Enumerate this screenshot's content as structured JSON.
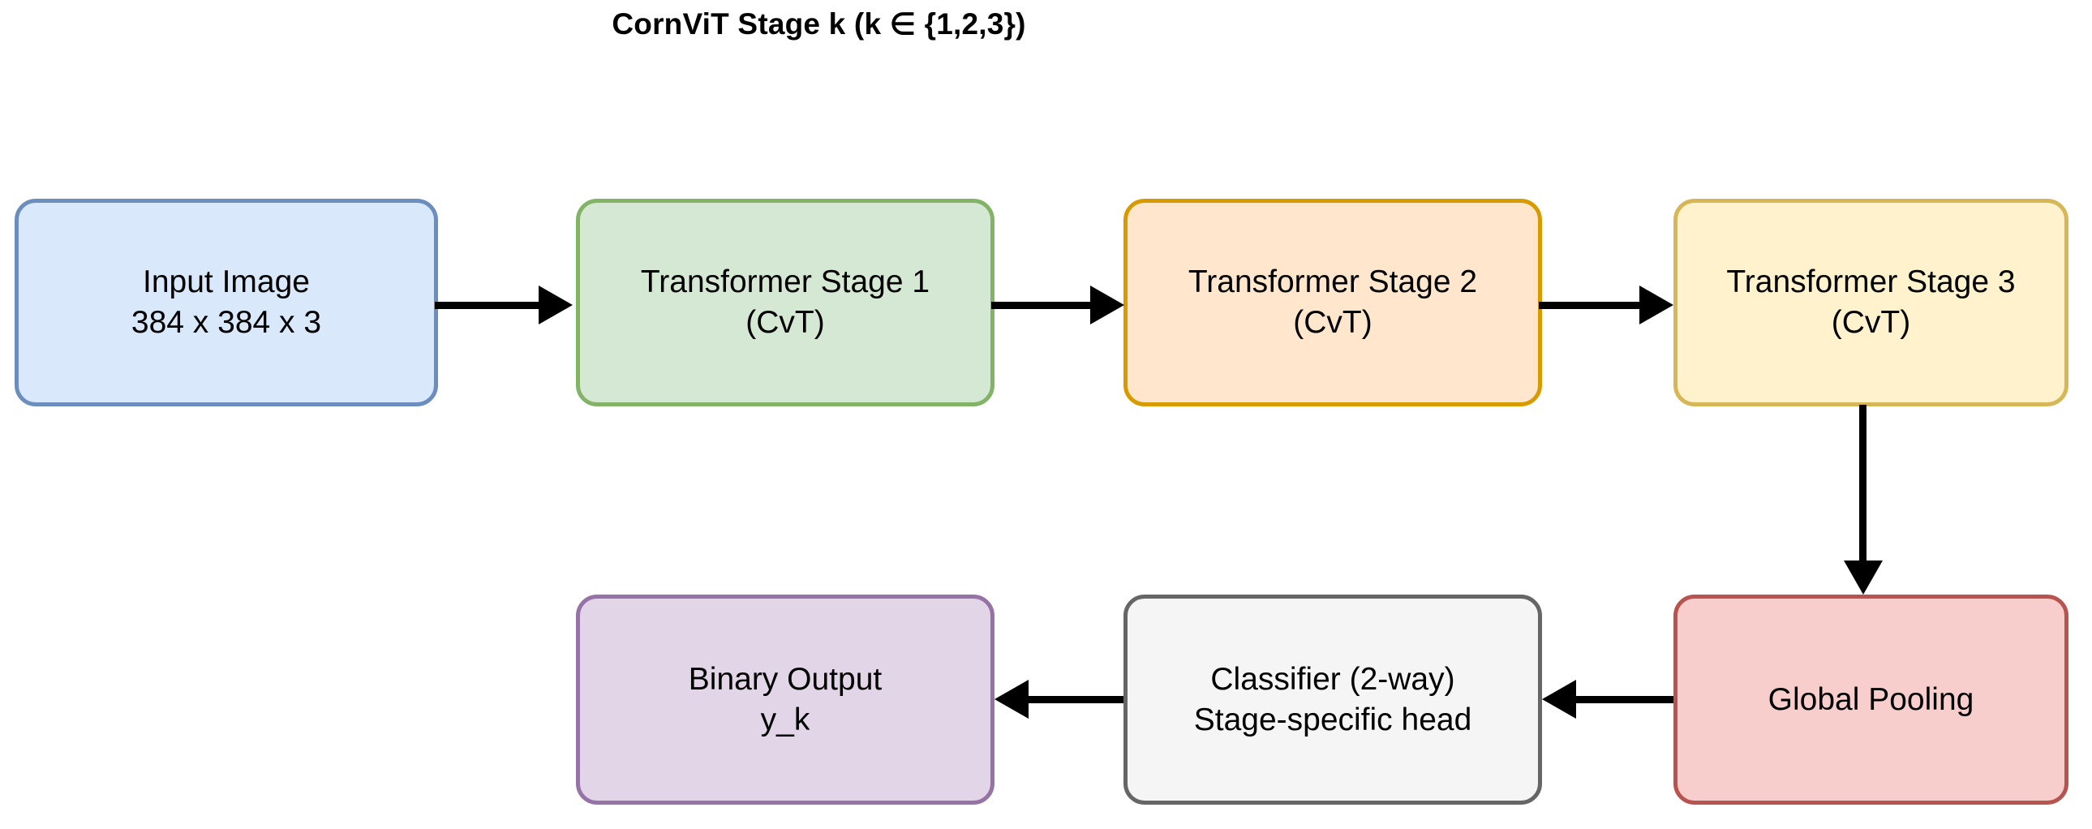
{
  "diagram": {
    "title": "CornViT Stage k (k ∈ {1,2,3})",
    "nodes": {
      "input": {
        "line1": "Input Image",
        "line2": "384 x 384 x 3",
        "fill": "#dae8fc",
        "stroke": "#6c8ebf"
      },
      "stage1": {
        "line1": "Transformer Stage 1",
        "line2": "(CvT)",
        "fill": "#d5e8d4",
        "stroke": "#82b366"
      },
      "stage2": {
        "line1": "Transformer Stage 2",
        "line2": "(CvT)",
        "fill": "#ffe6cc",
        "stroke": "#d79b00"
      },
      "stage3": {
        "line1": "Transformer Stage 3",
        "line2": "(CvT)",
        "fill": "#fff2cc",
        "stroke": "#d6b656"
      },
      "globalpool": {
        "line1": "Global Pooling",
        "line2": "",
        "fill": "#f8cecc",
        "stroke": "#b85450"
      },
      "classifier": {
        "line1": "Classifier (2-way)",
        "line2": "Stage-specific head",
        "fill": "#f5f5f5",
        "stroke": "#666666"
      },
      "binaryoutput": {
        "line1": "Binary Output",
        "line2": "y_k",
        "fill": "#e1d5e7",
        "stroke": "#9673a6"
      }
    },
    "edges": [
      {
        "name": "input-to-stage1",
        "direction": "right"
      },
      {
        "name": "stage1-to-stage2",
        "direction": "right"
      },
      {
        "name": "stage2-to-stage3",
        "direction": "right"
      },
      {
        "name": "stage3-to-globalpool",
        "direction": "down"
      },
      {
        "name": "globalpool-to-classifier",
        "direction": "left"
      },
      {
        "name": "classifier-to-binaryoutput",
        "direction": "left"
      }
    ],
    "arrow_color": "#000000",
    "background": "#ffffff"
  }
}
